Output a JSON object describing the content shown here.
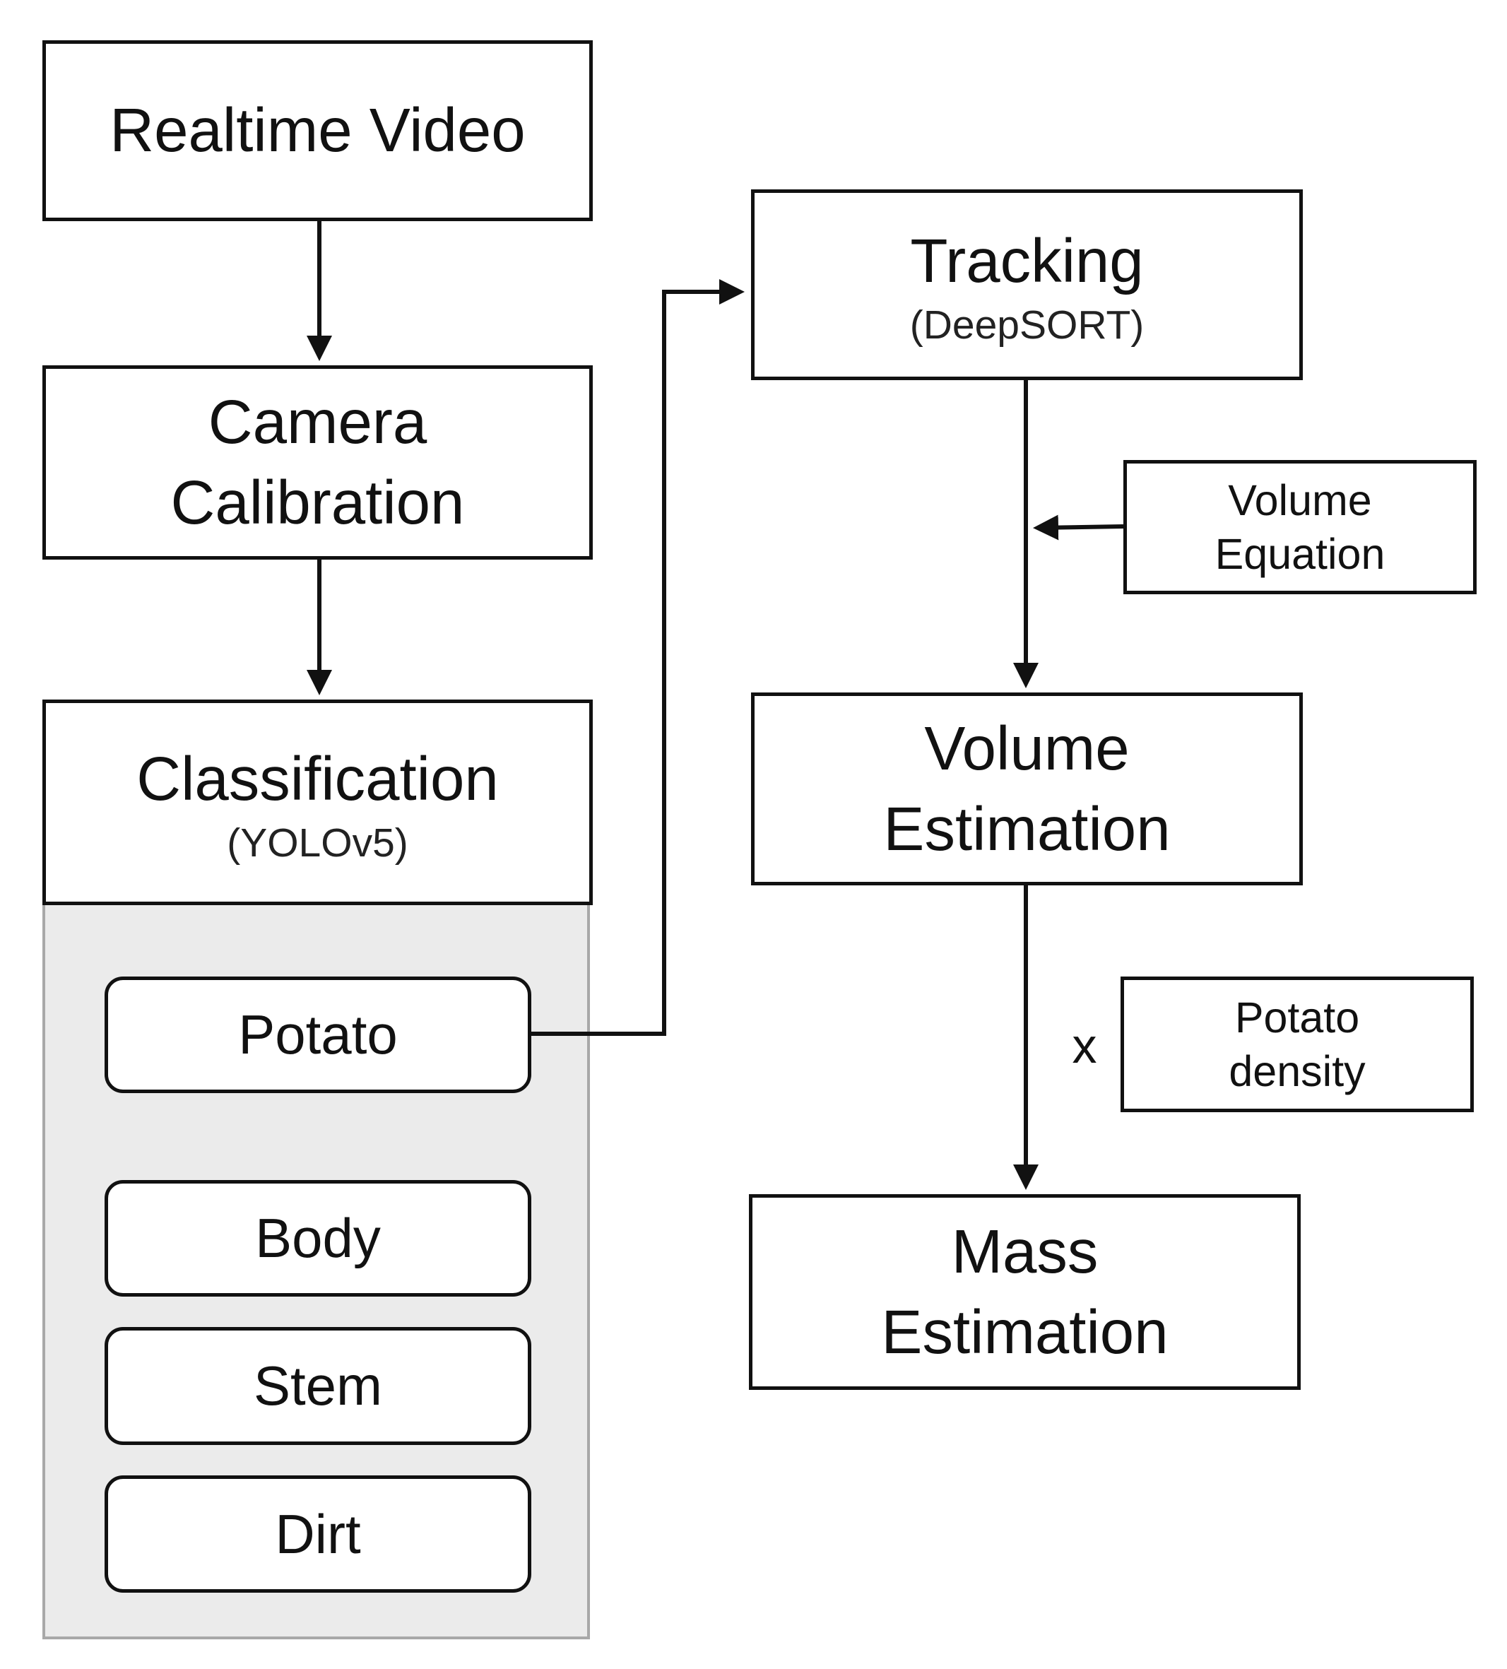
{
  "nodes": {
    "realtime_video": {
      "title": "Realtime Video"
    },
    "camera_calibration": {
      "title_lines": [
        "Camera",
        "Calibration"
      ]
    },
    "classification": {
      "title": "Classification",
      "subtitle": "(YOLOv5)"
    },
    "tracking": {
      "title": "Tracking",
      "subtitle": "(DeepSORT)"
    },
    "volume_equation": {
      "title_lines": [
        "Volume",
        "Equation"
      ]
    },
    "volume_estimation": {
      "title_lines": [
        "Volume",
        "Estimation"
      ]
    },
    "potato_density": {
      "title_lines": [
        "Potato",
        "density"
      ]
    },
    "mass_estimation": {
      "title_lines": [
        "Mass",
        "Estimation"
      ]
    }
  },
  "classes": [
    "Potato",
    "Body",
    "Stem",
    "Dirt"
  ],
  "operators": {
    "multiply": "x"
  },
  "colors": {
    "stroke": "#111111",
    "panel_fill": "#ebebeb",
    "panel_border": "#a8a8a8"
  }
}
